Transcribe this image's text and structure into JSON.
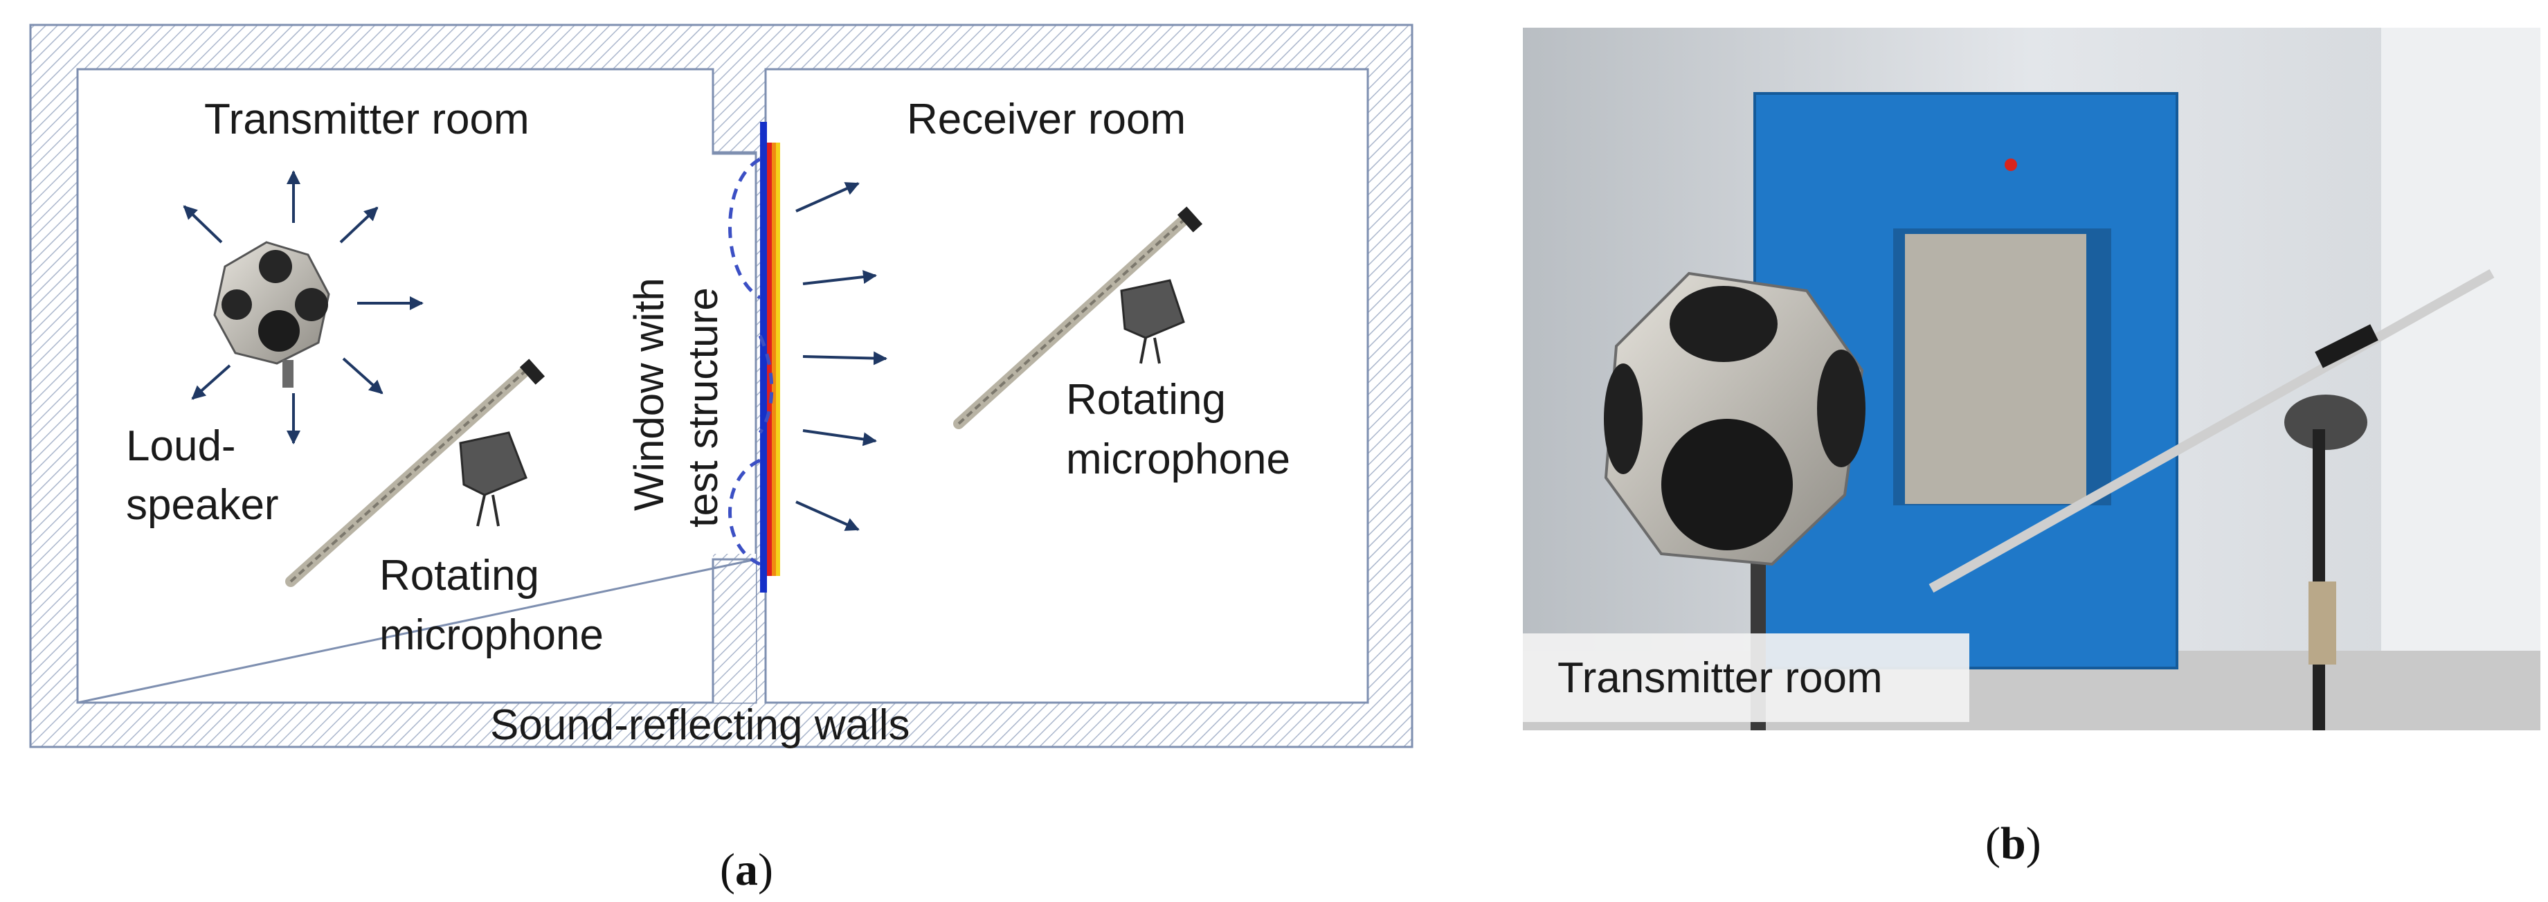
{
  "panel_a": {
    "transmitter_room": "Transmitter room",
    "receiver_room": "Receiver room",
    "loudspeaker_line1": "Loud-",
    "loudspeaker_line2": "speaker",
    "rotating_mic_tx_line1": "Rotating",
    "rotating_mic_tx_line2": "microphone",
    "rotating_mic_rx_line1": "Rotating",
    "rotating_mic_rx_line2": "microphone",
    "window_line1": "Window with",
    "window_line2": "test structure",
    "walls": "Sound-reflecting walls",
    "caption_letter": "a"
  },
  "panel_b": {
    "label": "Transmitter room",
    "caption_letter": "b"
  },
  "colors": {
    "wall_outline": "#7e8fb0",
    "hatch": "#aab6cc",
    "arrow": "#1f3864",
    "panel_blue": "#1f78c8",
    "test_structure_layers": [
      "#1530c8",
      "#e0201c",
      "#f08a12",
      "#f4d21a"
    ]
  }
}
